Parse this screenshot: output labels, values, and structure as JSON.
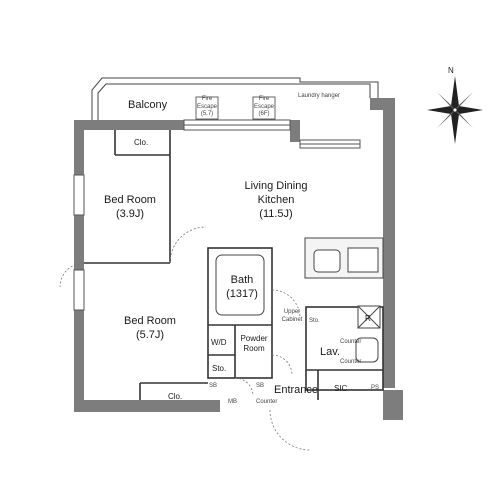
{
  "plan": {
    "rooms": {
      "balcony": "Balcony",
      "fire_escape_1": [
        "Fire",
        "Escape",
        "(5.7)"
      ],
      "fire_escape_2": [
        "Fire",
        "Escape",
        "(6F)"
      ],
      "laundry": "Laundry hanger",
      "living_dining_kitchen": [
        "Living Dining",
        "Kitchen",
        "(11.5J)"
      ],
      "bedroom_small": [
        "Bed Room",
        "(3.9J)"
      ],
      "bedroom_large": [
        "Bed Room",
        "(5.7J)"
      ],
      "closet_top": "Clo.",
      "closet_bottom": "Clo.",
      "bath": [
        "Bath",
        "(1317)"
      ],
      "upper_cabinet": [
        "Upper",
        "Cabinet"
      ],
      "storage_1": "Sto.",
      "storage_2": "Sto.",
      "refrigerator": "R",
      "wd": "W/D",
      "powder_room": [
        "Powder",
        "Room"
      ],
      "lavatory": "Lav.",
      "counter_lav_top": "Counter",
      "counter_lav_bottom": "Counter",
      "entrance": "Entrance",
      "counter_entrance": "Counter",
      "sic": "SIC",
      "mb": "MB",
      "ps": "PS",
      "sb_1": "SB",
      "sb_2": "SB"
    },
    "compass_north": "N"
  }
}
